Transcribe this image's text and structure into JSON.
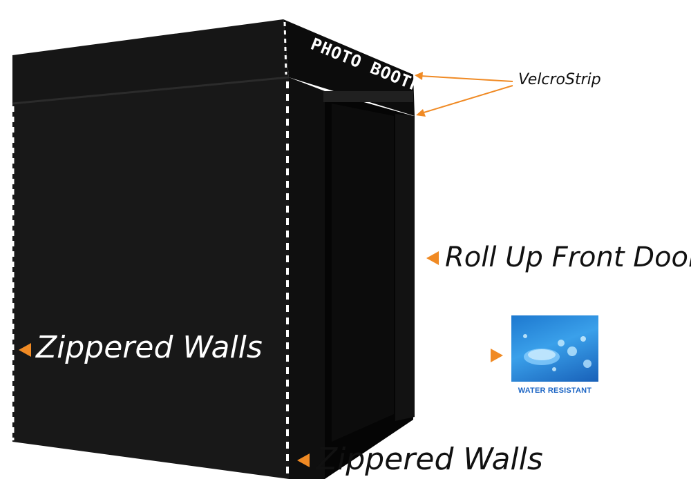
{
  "sign": {
    "text": "PHOTO BOOTH"
  },
  "labels": {
    "velcro": "VelcroStrip",
    "roll_up_door": "Roll Up Front Door",
    "zippered_walls_left": "Zippered Walls",
    "zippered_walls_bottom": "Zippered Walls",
    "water_resistant": "WATER RESISTANT"
  },
  "icons": {
    "pointer": "orange-triangle-pointer",
    "water_swatch": "water-droplet-fabric-icon"
  },
  "colors": {
    "tent": "#141414",
    "accent": "#f08a24",
    "water_label": "#1a64c4",
    "zipper": "#ffffff"
  }
}
